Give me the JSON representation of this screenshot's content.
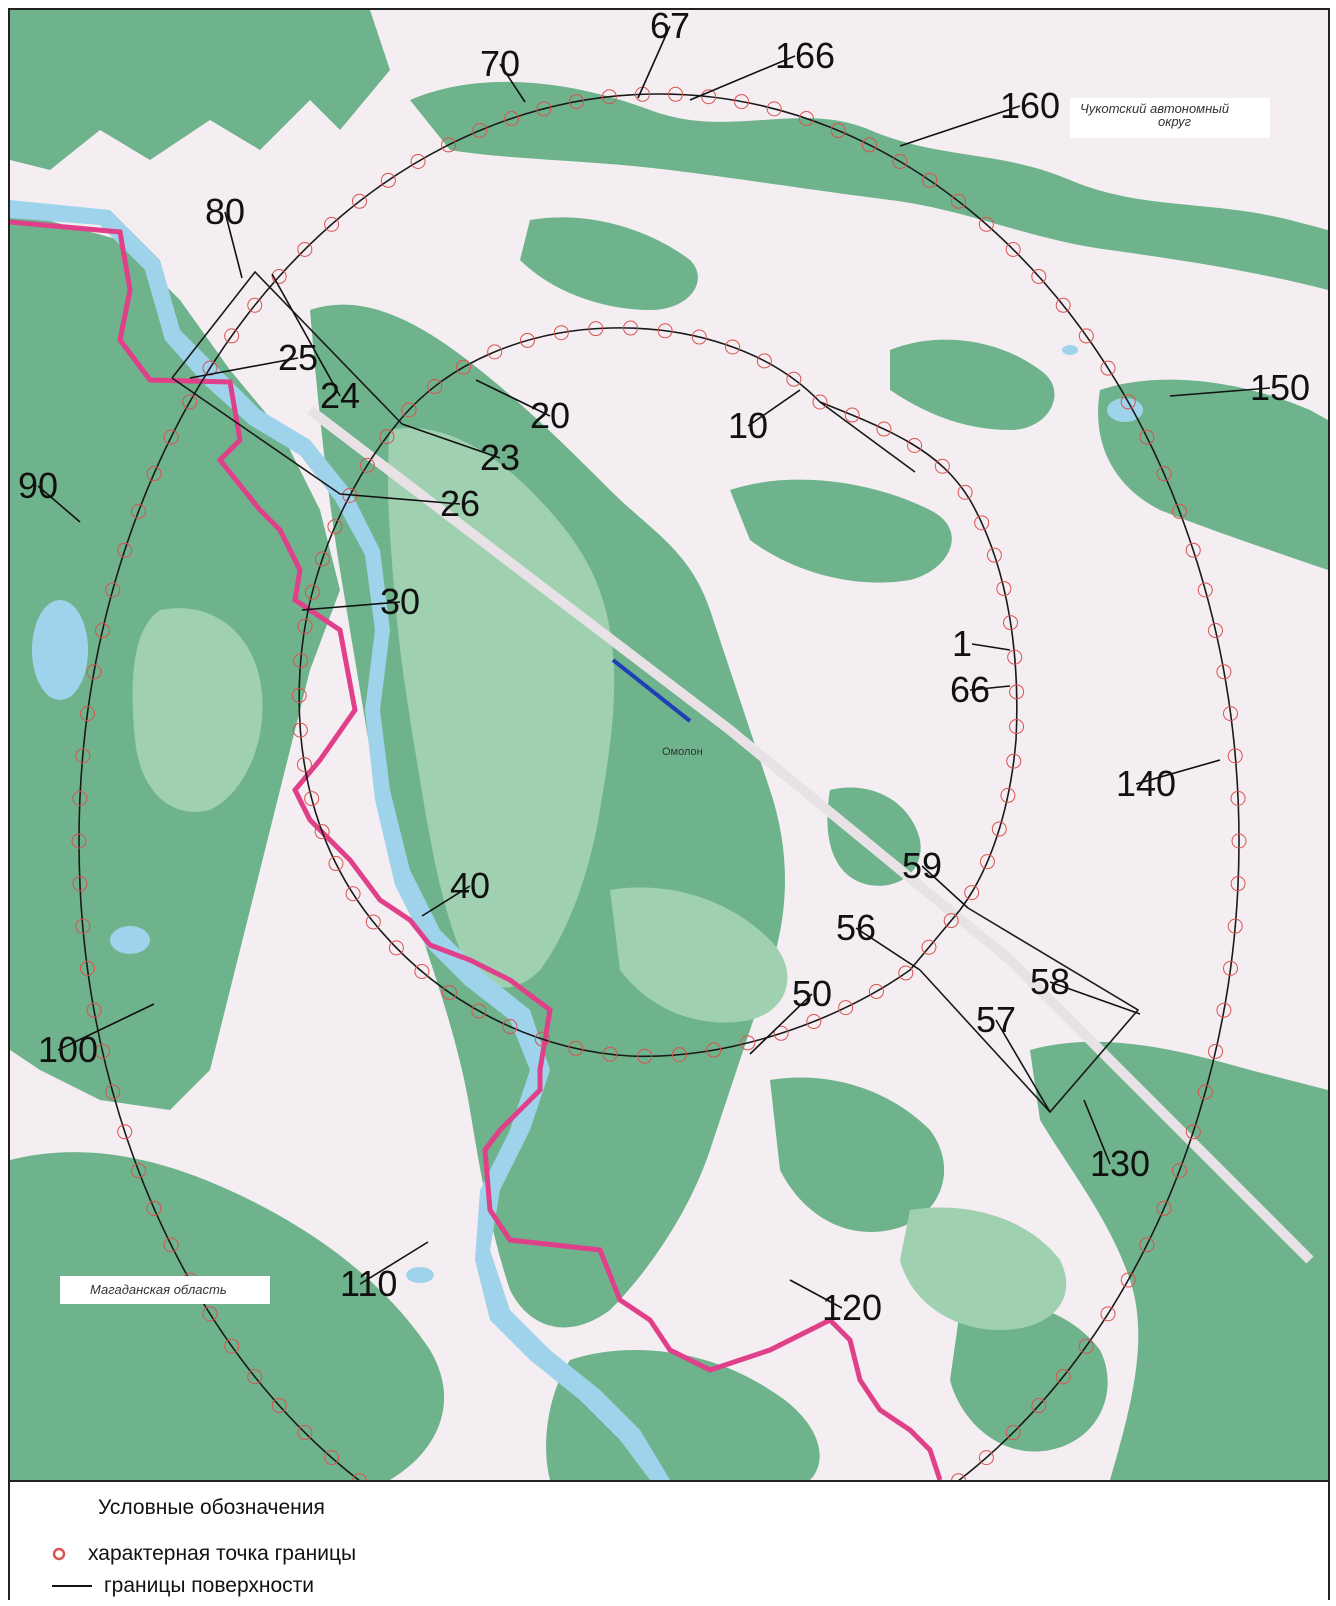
{
  "map": {
    "region_labels": {
      "chukotka_line1": "Чукотский автономный",
      "chukotka_line2": "округ",
      "magadan": "Магаданская область",
      "settlement": "Омолон"
    },
    "point_labels": [
      "67",
      "70",
      "166",
      "160",
      "80",
      "25",
      "24",
      "20",
      "10",
      "23",
      "150",
      "90",
      "26",
      "30",
      "1",
      "66",
      "140",
      "59",
      "40",
      "56",
      "58",
      "50",
      "57",
      "100",
      "130",
      "110",
      "120"
    ],
    "colors": {
      "background": "#f4eef2",
      "forest": "#6fb38c",
      "forest_light": "#9fd0b0",
      "water": "#9fd3ec",
      "boundary_road": "#e0408a",
      "point_marker": "#d9534f",
      "surface_boundary": "#1a1a1a",
      "runway": "#1f3fb5"
    }
  },
  "legend": {
    "title": "Условные обозначения",
    "items": [
      {
        "label": "характерная точка  границы",
        "icon": "boundary-point-icon"
      },
      {
        "label": "границы поверхности",
        "icon": "surface-line-icon"
      }
    ]
  }
}
